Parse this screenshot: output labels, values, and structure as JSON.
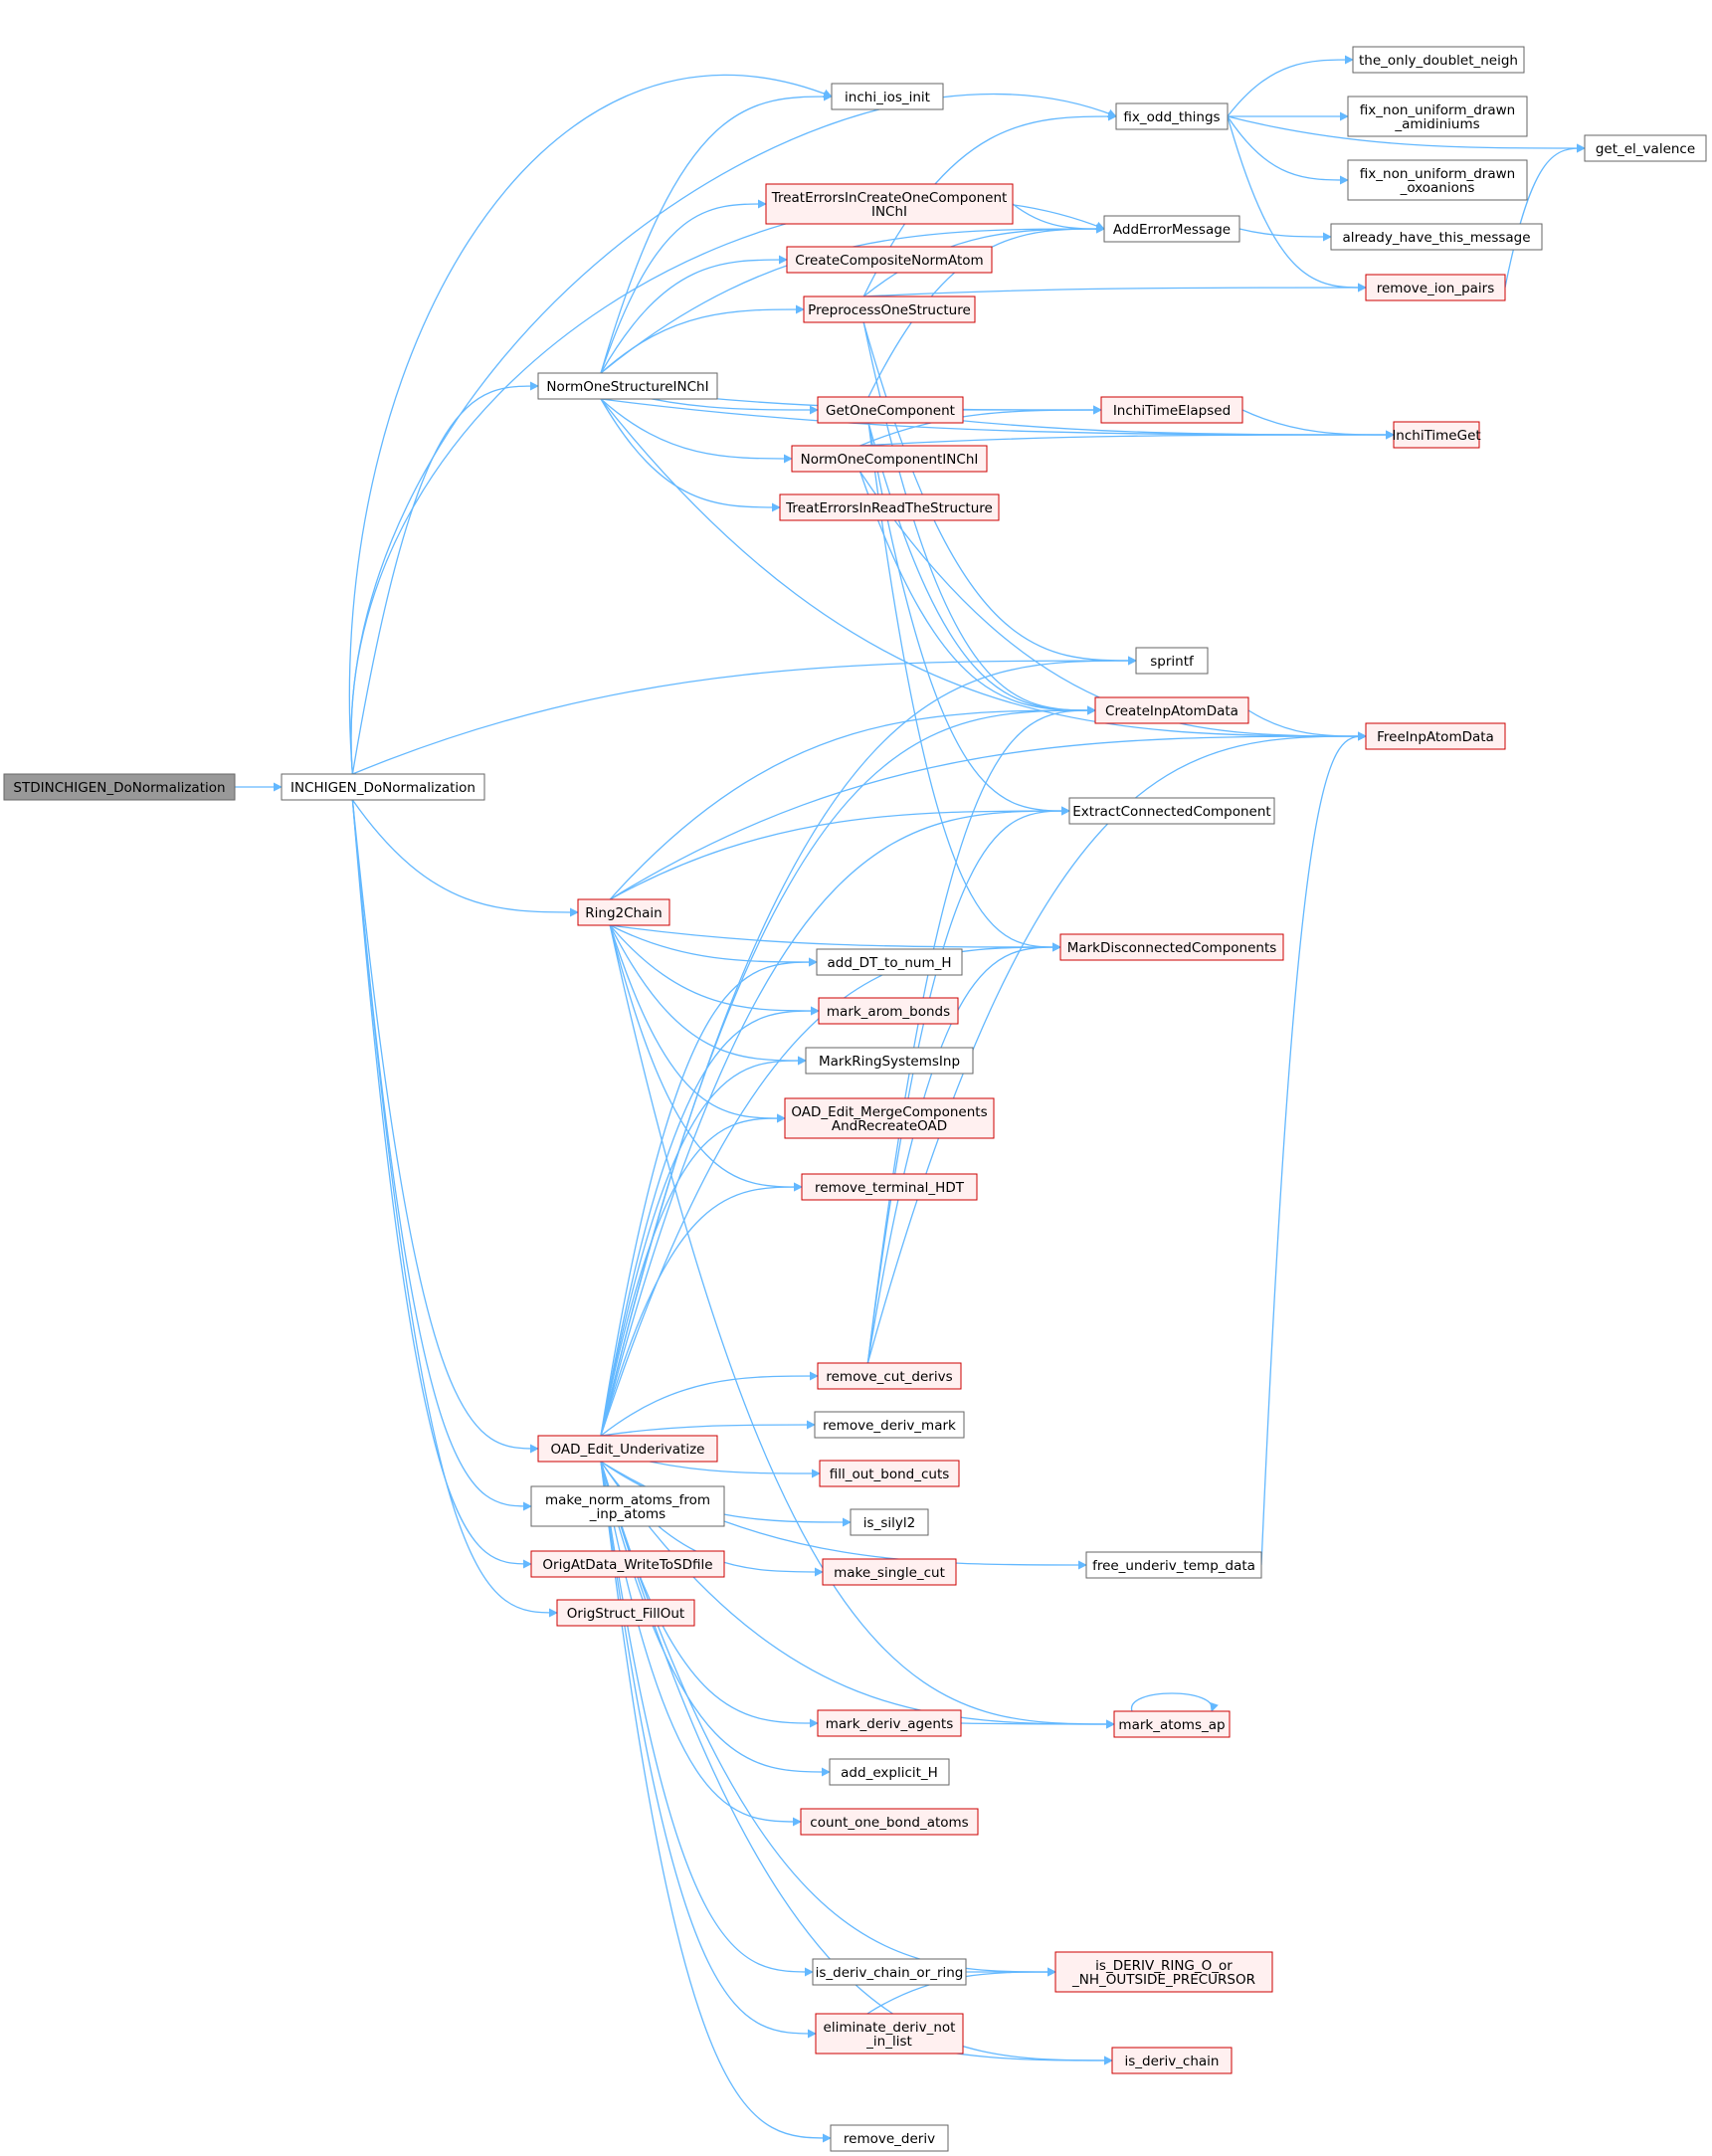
{
  "colors": {
    "edge": "#63b8ff",
    "red_border": "#cc0000",
    "red_fill": "#fff0f0",
    "normal_border": "#666666",
    "root_fill": "#999999"
  },
  "nodes": {
    "root": {
      "lines": [
        "STDINCHIGEN_DoNormalization"
      ],
      "style": "root"
    },
    "inchigen": {
      "lines": [
        "INCHIGEN_DoNormalization"
      ],
      "style": "normal"
    },
    "normone": {
      "lines": [
        "NormOneStructureINChI"
      ],
      "style": "normal"
    },
    "ring2chain": {
      "lines": [
        "Ring2Chain"
      ],
      "style": "red"
    },
    "oad": {
      "lines": [
        "OAD_Edit_Underivatize"
      ],
      "style": "red"
    },
    "makenorm": {
      "lines": [
        "make_norm_atoms_from",
        "_inp_atoms"
      ],
      "style": "normal"
    },
    "origat": {
      "lines": [
        "OrigAtData_WriteToSDfile"
      ],
      "style": "red"
    },
    "origstruct": {
      "lines": [
        "OrigStruct_FillOut"
      ],
      "style": "red"
    },
    "iosinit": {
      "lines": [
        "inchi_ios_init"
      ],
      "style": "normal"
    },
    "treaterrcreate": {
      "lines": [
        "TreatErrorsInCreateOneComponent",
        "INChI"
      ],
      "style": "red"
    },
    "createcomposite": {
      "lines": [
        "CreateCompositeNormAtom"
      ],
      "style": "red"
    },
    "preprocess": {
      "lines": [
        "PreprocessOneStructure"
      ],
      "style": "red"
    },
    "getonecomp": {
      "lines": [
        "GetOneComponent"
      ],
      "style": "red"
    },
    "normonecomp": {
      "lines": [
        "NormOneComponentINChI"
      ],
      "style": "red"
    },
    "treaterrread": {
      "lines": [
        "TreatErrorsInReadTheStructure"
      ],
      "style": "red"
    },
    "fixodd": {
      "lines": [
        "fix_odd_things"
      ],
      "style": "normal"
    },
    "adderr": {
      "lines": [
        "AddErrorMessage"
      ],
      "style": "normal"
    },
    "timeelapsed": {
      "lines": [
        "InchiTimeElapsed"
      ],
      "style": "red"
    },
    "sprintf": {
      "lines": [
        "sprintf"
      ],
      "style": "normal"
    },
    "createinp": {
      "lines": [
        "CreateInpAtomData"
      ],
      "style": "red"
    },
    "extractcc": {
      "lines": [
        "ExtractConnectedComponent"
      ],
      "style": "normal"
    },
    "markdisc": {
      "lines": [
        "MarkDisconnectedComponents"
      ],
      "style": "red"
    },
    "freeunderiv": {
      "lines": [
        "free_underiv_temp_data"
      ],
      "style": "normal"
    },
    "markatomsap": {
      "lines": [
        "mark_atoms_ap"
      ],
      "style": "red"
    },
    "isderivring": {
      "lines": [
        "is_DERIV_RING_O_or",
        "_NH_OUTSIDE_PRECURSOR"
      ],
      "style": "red"
    },
    "isderivchain": {
      "lines": [
        "is_deriv_chain"
      ],
      "style": "red"
    },
    "theonly": {
      "lines": [
        "the_only_doublet_neigh"
      ],
      "style": "normal"
    },
    "fixamid": {
      "lines": [
        "fix_non_uniform_drawn",
        "_amidiniums"
      ],
      "style": "normal"
    },
    "fixoxo": {
      "lines": [
        "fix_non_uniform_drawn",
        "_oxoanions"
      ],
      "style": "normal"
    },
    "alreadyhave": {
      "lines": [
        "already_have_this_message"
      ],
      "style": "normal"
    },
    "removeion": {
      "lines": [
        "remove_ion_pairs"
      ],
      "style": "red"
    },
    "timeget": {
      "lines": [
        "InchiTimeGet"
      ],
      "style": "red"
    },
    "freeinp": {
      "lines": [
        "FreeInpAtomData"
      ],
      "style": "red"
    },
    "getel": {
      "lines": [
        "get_el_valence"
      ],
      "style": "normal"
    },
    "adddt": {
      "lines": [
        "add_DT_to_num_H"
      ],
      "style": "normal"
    },
    "markarom": {
      "lines": [
        "mark_arom_bonds"
      ],
      "style": "red"
    },
    "markring": {
      "lines": [
        "MarkRingSystemsInp"
      ],
      "style": "normal"
    },
    "oadmerge": {
      "lines": [
        "OAD_Edit_MergeComponents",
        "AndRecreateOAD"
      ],
      "style": "red"
    },
    "removeterm": {
      "lines": [
        "remove_terminal_HDT"
      ],
      "style": "red"
    },
    "removecut": {
      "lines": [
        "remove_cut_derivs"
      ],
      "style": "red"
    },
    "removederivmark": {
      "lines": [
        "remove_deriv_mark"
      ],
      "style": "normal"
    },
    "filloutbond": {
      "lines": [
        "fill_out_bond_cuts"
      ],
      "style": "red"
    },
    "issilyl2": {
      "lines": [
        "is_silyl2"
      ],
      "style": "normal"
    },
    "makesingle": {
      "lines": [
        "make_single_cut"
      ],
      "style": "red"
    },
    "markderiv": {
      "lines": [
        "mark_deriv_agents"
      ],
      "style": "red"
    },
    "addexplicit": {
      "lines": [
        "add_explicit_H"
      ],
      "style": "normal"
    },
    "countone": {
      "lines": [
        "count_one_bond_atoms"
      ],
      "style": "red"
    },
    "isderivchainring": {
      "lines": [
        "is_deriv_chain_or_ring"
      ],
      "style": "normal"
    },
    "elimderiv": {
      "lines": [
        "eliminate_deriv_not",
        "_in_list"
      ],
      "style": "red"
    },
    "removederiv": {
      "lines": [
        "remove_deriv"
      ],
      "style": "normal"
    }
  }
}
